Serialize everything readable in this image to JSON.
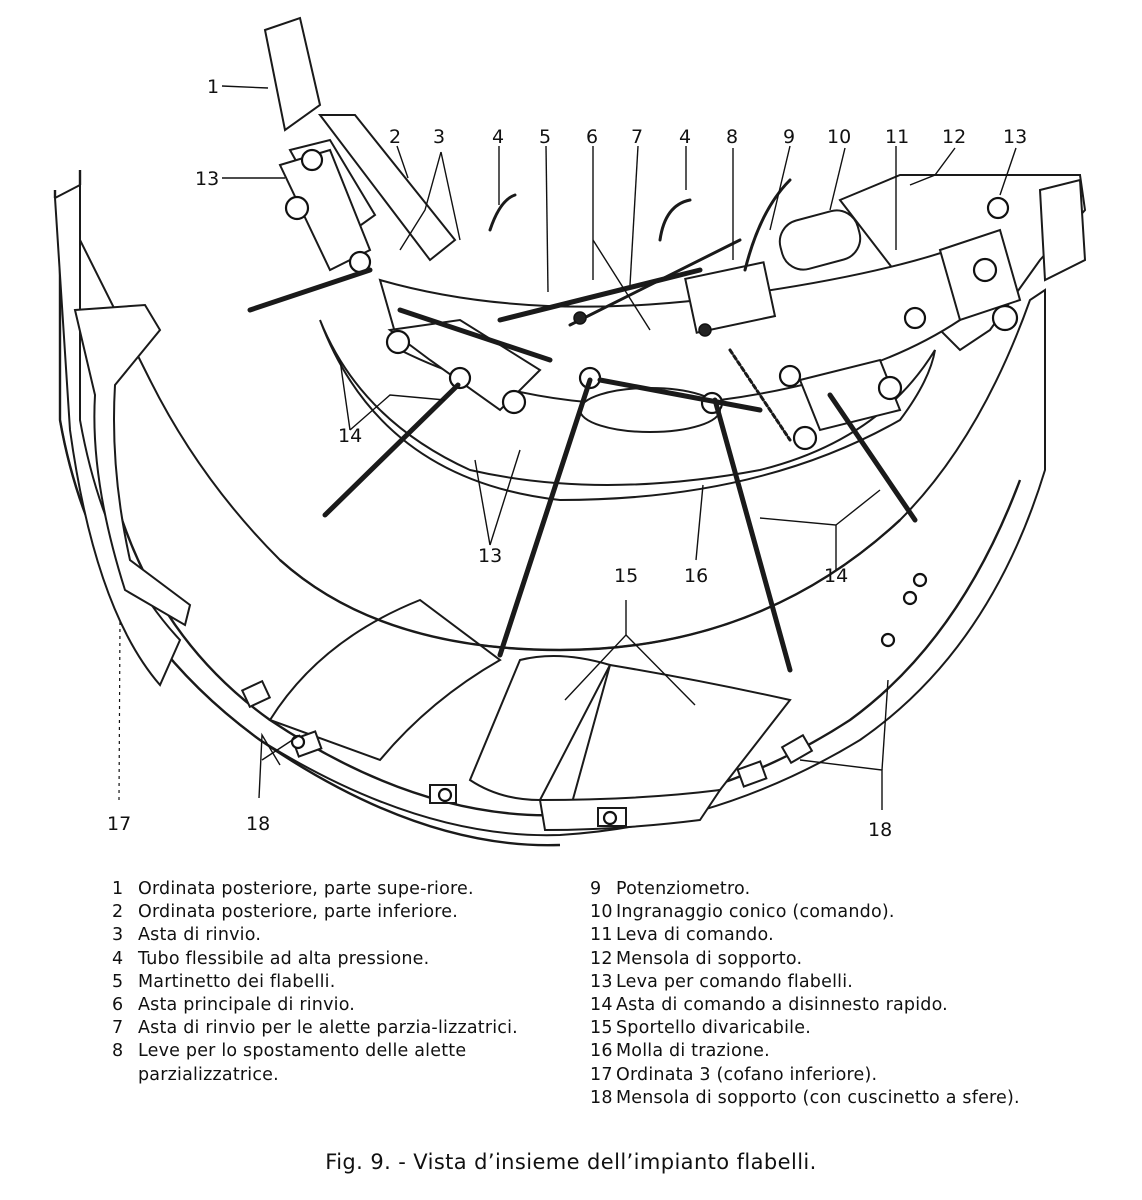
{
  "callouts": {
    "n1": "1",
    "n2": "2",
    "n3": "3",
    "n4a": "4",
    "n5": "5",
    "n6": "6",
    "n7": "7",
    "n4b": "4",
    "n8": "8",
    "n9": "9",
    "n10": "10",
    "n11": "11",
    "n12": "12",
    "n13a": "13",
    "n13b": "13",
    "n13c": "13",
    "n14a": "14",
    "n14b": "14",
    "n15": "15",
    "n16": "16",
    "n17": "17",
    "n18a": "18",
    "n18b": "18"
  },
  "legend": {
    "left": [
      {
        "num": "1",
        "text": "Ordinata posteriore, parte supe-riore."
      },
      {
        "num": "2",
        "text": "Ordinata posteriore, parte inferiore."
      },
      {
        "num": "3",
        "text": "Asta di rinvio."
      },
      {
        "num": "4",
        "text": "Tubo flessibile ad alta pressione."
      },
      {
        "num": "5",
        "text": "Martinetto dei flabelli."
      },
      {
        "num": "6",
        "text": "Asta principale di rinvio."
      },
      {
        "num": "7",
        "text": "Asta di rinvio per le alette parzia-lizzatrici."
      },
      {
        "num": "8",
        "text": "Leve per lo spostamento delle alette parzializzatrice."
      }
    ],
    "right": [
      {
        "num": "9",
        "text": "Potenziometro."
      },
      {
        "num": "10",
        "text": "Ingranaggio conico (comando)."
      },
      {
        "num": "11",
        "text": "Leva di comando."
      },
      {
        "num": "12",
        "text": "Mensola di sopporto."
      },
      {
        "num": "13",
        "text": "Leva per comando flabelli."
      },
      {
        "num": "14",
        "text": "Asta di comando a disinnesto rapido."
      },
      {
        "num": "15",
        "text": "Sportello divaricabile."
      },
      {
        "num": "16",
        "text": "Molla di trazione."
      },
      {
        "num": "17",
        "text": "Ordinata 3 (cofano inferiore)."
      },
      {
        "num": "18",
        "text": "Mensola di sopporto (con cuscinetto a sfere)."
      }
    ]
  },
  "caption": "Fig. 9. - Vista d’insieme dell’impianto flabelli."
}
